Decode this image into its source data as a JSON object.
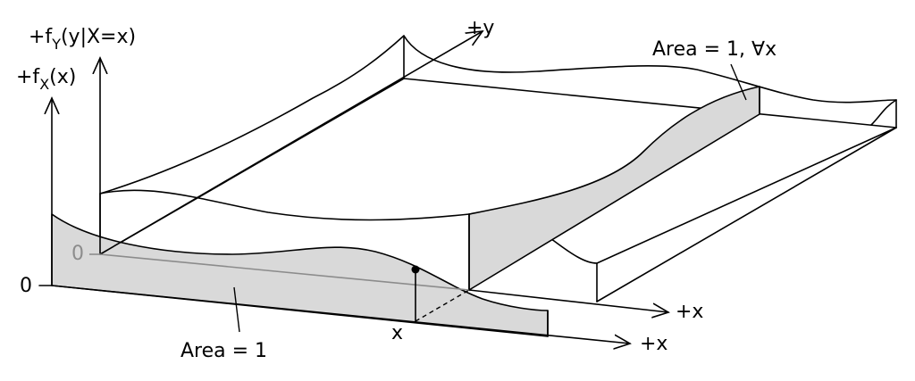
{
  "labels": {
    "marginal_axis_label": "+f",
    "marginal_axis_sub": "X",
    "marginal_axis_tail": "(x)",
    "conditional_axis_label": "+f",
    "conditional_axis_sub": "Y",
    "conditional_axis_tail": "(y|X=x)",
    "y_axis": "+y",
    "x_axis_front": "+x",
    "x_axis_back": "+x",
    "zero_front": "0",
    "zero_back": "0",
    "x_marker": "x",
    "area_marginal": "Area = 1",
    "area_conditional": "Area = 1, ∀x"
  },
  "colors": {
    "shade": "#d9d9d9",
    "grey": "#8c8c8c",
    "ink": "#000000"
  }
}
